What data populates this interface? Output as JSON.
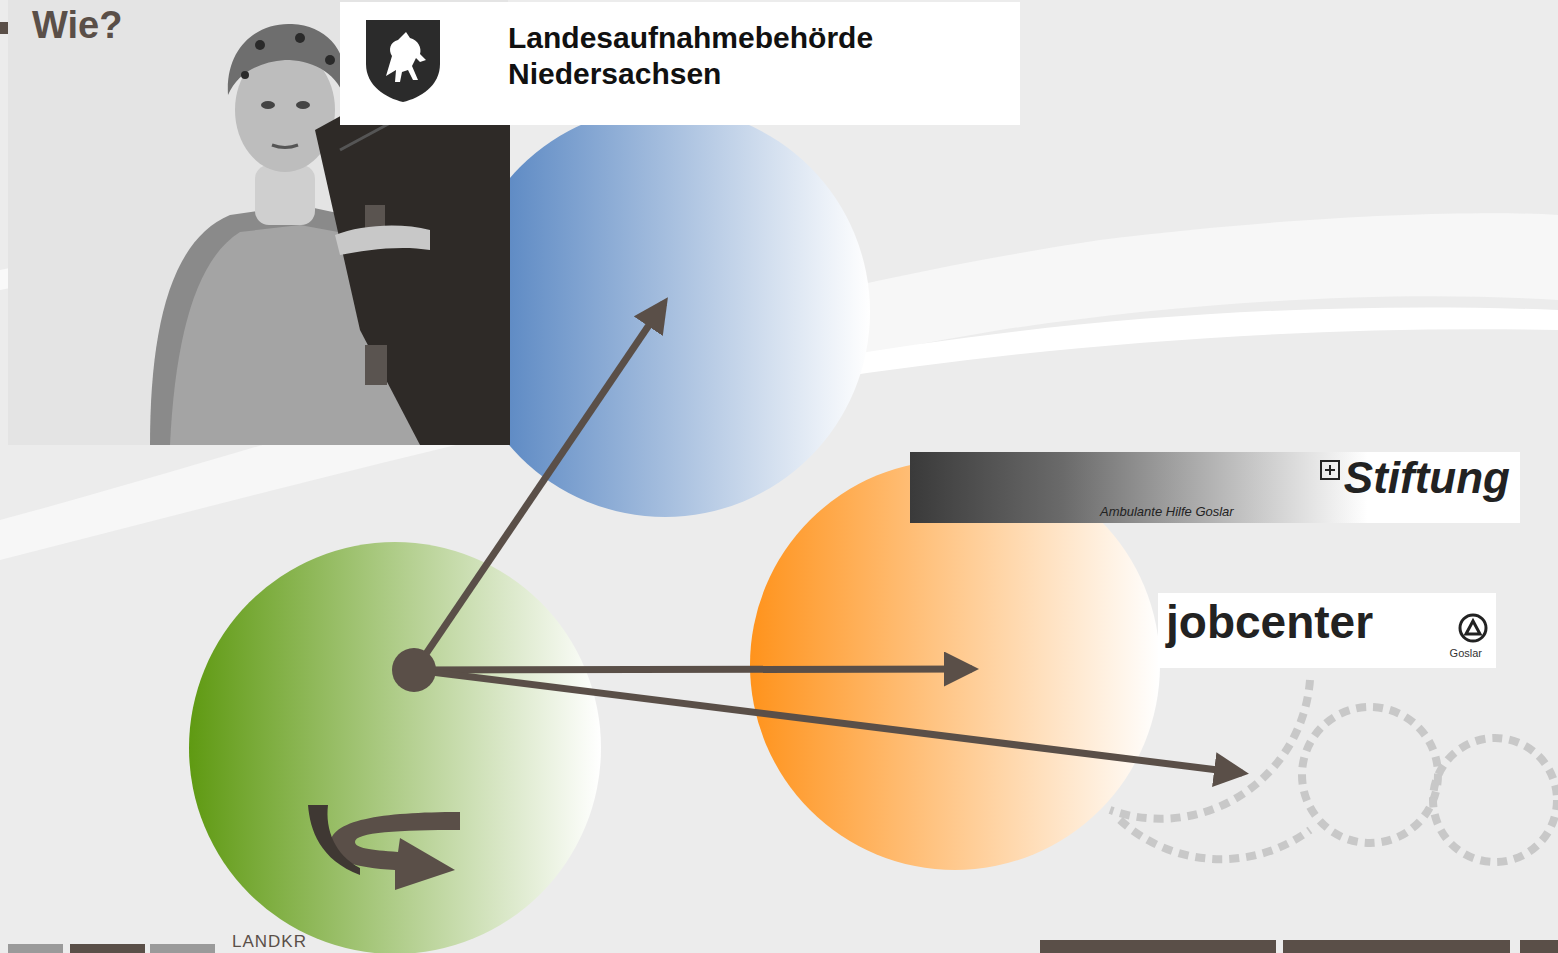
{
  "diagram": {
    "title": "Wie?",
    "nodes": [
      {
        "text": [
          "Landesaufnahmebehörde Niedersachsen"
        ]
      },
      {
        "text": [
          "Stiftung",
          "Ambulante Hilfe Goslar"
        ]
      },
      {
        "text": [
          "jobcenter",
          "Goslar"
        ]
      }
    ],
    "labels": [
      "LANDKR"
    ]
  }
}
